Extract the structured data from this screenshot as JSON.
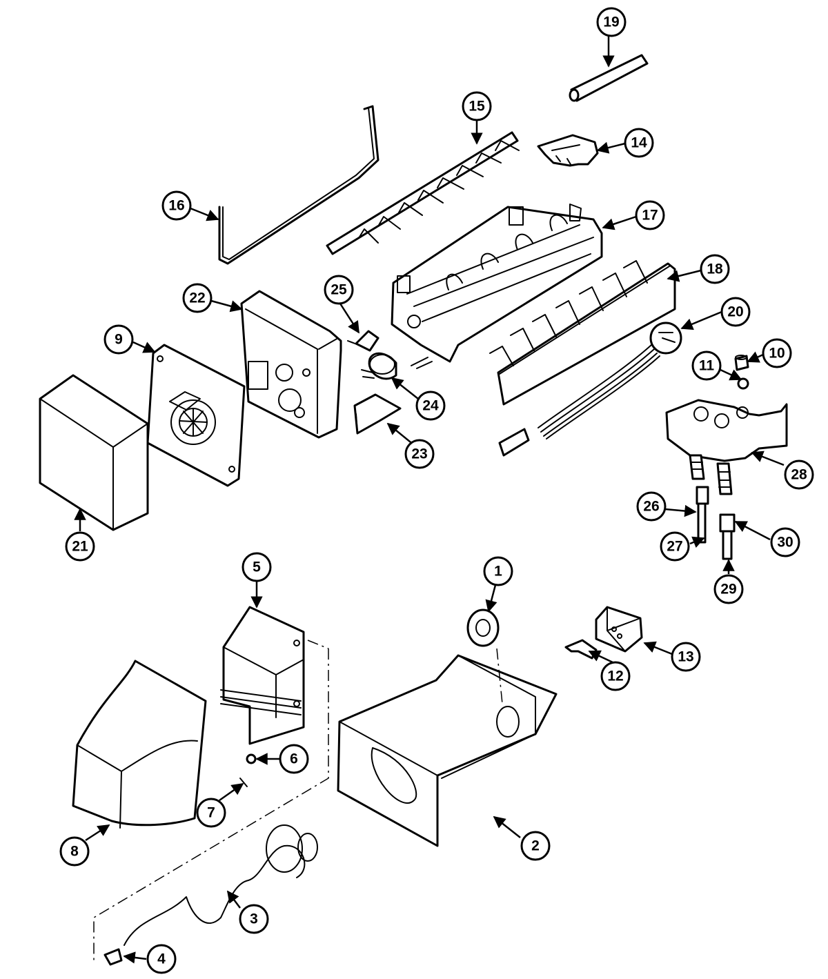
{
  "callouts": {
    "c1": "1",
    "c2": "2",
    "c3": "3",
    "c4": "4",
    "c5": "5",
    "c6": "6",
    "c7": "7",
    "c8": "8",
    "c9": "9",
    "c10": "10",
    "c11": "11",
    "c12": "12",
    "c13": "13",
    "c14": "14",
    "c15": "15",
    "c16": "16",
    "c17": "17",
    "c18": "18",
    "c19": "19",
    "c20": "20",
    "c21": "21",
    "c22": "22",
    "c23": "23",
    "c24": "24",
    "c25": "25",
    "c26": "26",
    "c27": "27",
    "c28": "28",
    "c29": "29",
    "c30": "30"
  },
  "colors": {
    "line": "#000000",
    "background": "#ffffff"
  }
}
